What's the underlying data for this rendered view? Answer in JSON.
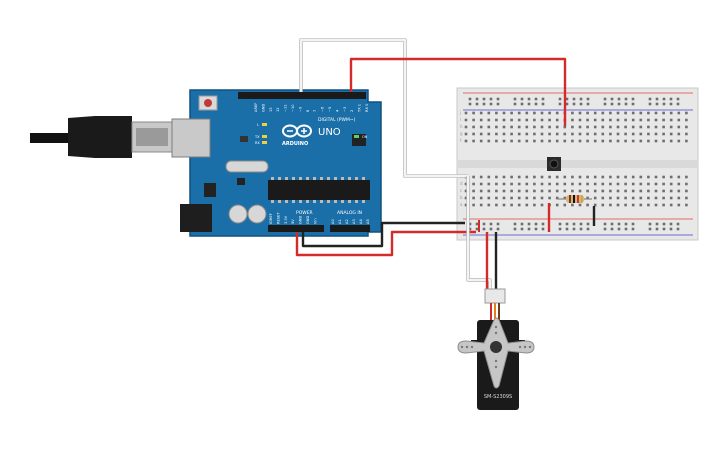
{
  "arduino": {
    "brand": "ARDUINO",
    "model": "UNO",
    "digital_header_label": "DIGITAL (PWM~)",
    "power_label": "POWER",
    "analog_label": "ANALOG IN",
    "on_label": "ON",
    "tx_label": "TX",
    "rx_label": "RX",
    "l_label": "L",
    "digital_pins": [
      "AREF",
      "GND",
      "13",
      "12",
      "~11",
      "~10",
      "~9",
      "8",
      "7",
      "~6",
      "~5",
      "4",
      "~3",
      "2",
      "TX 1",
      "RX 0"
    ],
    "power_pins": [
      "IOREF",
      "RESET",
      "3.3V",
      "5V",
      "GND",
      "GND",
      "Vin"
    ],
    "analog_pins": [
      "A0",
      "A1",
      "A2",
      "A3",
      "A4",
      "A5"
    ]
  },
  "servo": {
    "model_label": "SM-S2309S"
  },
  "breadboard": {
    "row_letters_top": [
      "j",
      "i",
      "h",
      "g",
      "f"
    ],
    "row_letters_bottom": [
      "e",
      "d",
      "c",
      "b",
      "a"
    ]
  },
  "colors": {
    "board_blue": "#1b6fa8",
    "wire_red": "#d42a2a",
    "wire_black": "#222222",
    "wire_white": "#f4f4f4",
    "breadboard": "#e8e8e8"
  }
}
